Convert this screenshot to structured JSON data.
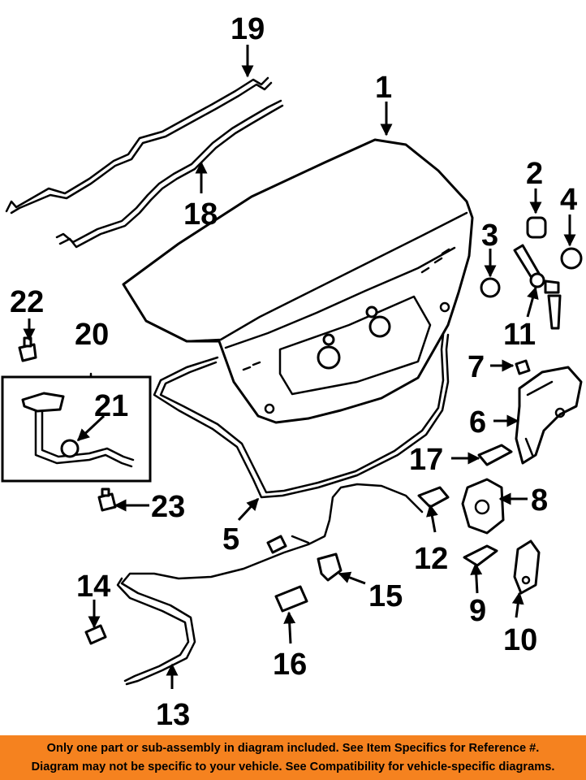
{
  "callouts": {
    "c1": "1",
    "c2": "2",
    "c3": "3",
    "c4": "4",
    "c5": "5",
    "c6": "6",
    "c7": "7",
    "c8": "8",
    "c9": "9",
    "c10": "10",
    "c11": "11",
    "c12": "12",
    "c13": "13",
    "c14": "14",
    "c15": "15",
    "c16": "16",
    "c17": "17",
    "c18": "18",
    "c19": "19",
    "c20": "20",
    "c21": "21",
    "c22": "22",
    "c23": "23"
  },
  "footer": {
    "line1": "Only one part or sub-assembly in diagram included. See Item Specifics for Reference #.",
    "line2": "Diagram may not be specific to your vehicle. See Compatibility for vehicle-specific diagrams."
  },
  "colors": {
    "footer_bg": "#f5821f",
    "ink": "#000000",
    "paper": "#ffffff"
  }
}
